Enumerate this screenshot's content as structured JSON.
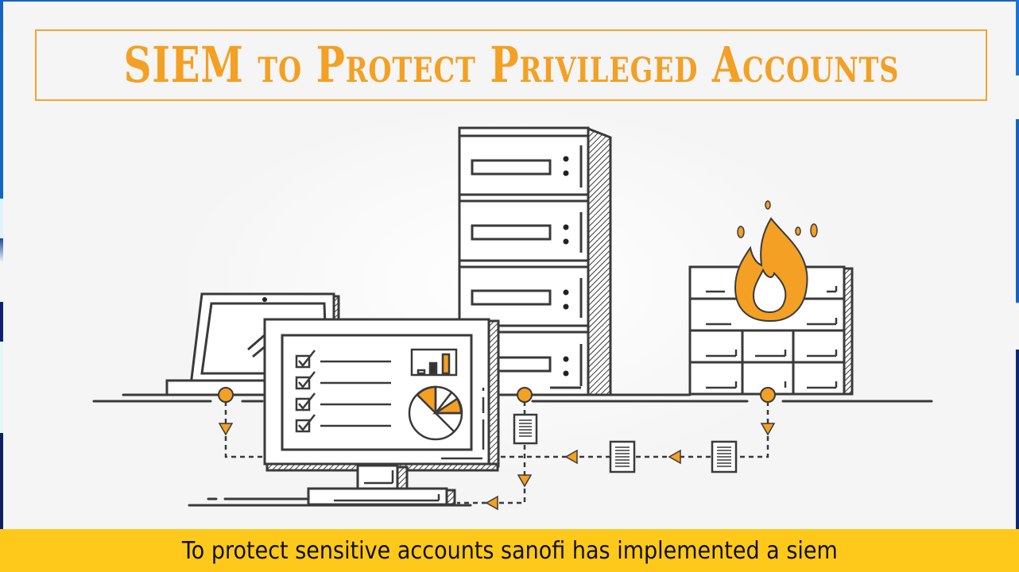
{
  "slide": {
    "title": "SIEM to Protect Privileged Accounts",
    "caption": "To protect sensitive accounts sanofi has implemented a siem"
  },
  "illustration": {
    "elements": [
      "laptop-icon",
      "desktop-monitor-icon",
      "server-rack-icon",
      "firewall-icon",
      "log-document-icon",
      "flow-arrow-icon",
      "connection-node-icon"
    ],
    "monitor_charts": {
      "bar_chart": "bar-chart-icon",
      "pie_chart": "pie-chart-icon",
      "checklist_items": 4
    },
    "server_units": 4,
    "log_documents": 3
  },
  "colors": {
    "accent": "#f4a024",
    "caption_bg": "#fec91a",
    "background": "#f5f5f5",
    "line": "#3a3a3a"
  }
}
